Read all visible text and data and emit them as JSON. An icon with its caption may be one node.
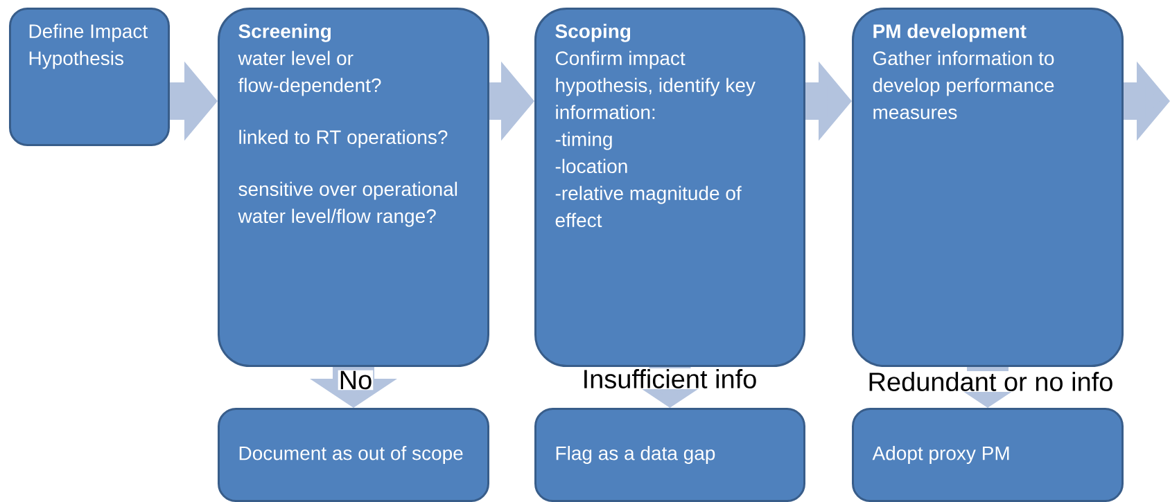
{
  "diagram": {
    "nodes": [
      {
        "text": [
          "Define Impact Hypothesis"
        ]
      },
      {
        "text": [
          "Screening",
          "water level or flow-dependent?",
          "linked to RT operations?",
          "sensitive over operational water level/flow range?"
        ]
      },
      {
        "text": [
          "Scoping",
          "Confirm impact hypothesis, identify key information:",
          "-timing",
          "-location",
          "-relative magnitude of effect"
        ]
      },
      {
        "text": [
          "PM development",
          "Gather information to develop performance measures"
        ]
      },
      {
        "text": [
          "Document as out of scope"
        ]
      },
      {
        "text": [
          "Flag as a data gap"
        ]
      },
      {
        "text": [
          "Adopt proxy PM"
        ]
      }
    ],
    "edges": [
      {
        "from": 0,
        "to": 1,
        "arrow": "to"
      },
      {
        "from": 1,
        "to": 2,
        "arrow": "to"
      },
      {
        "from": 2,
        "to": 3,
        "arrow": "to"
      },
      {
        "from": 3,
        "to": null,
        "arrow": "to"
      },
      {
        "from": 1,
        "to": 4,
        "arrow": "to",
        "label": "No"
      },
      {
        "from": 2,
        "to": 5,
        "arrow": "to",
        "label": "Insufficient info"
      },
      {
        "from": 3,
        "to": 6,
        "arrow": "to",
        "label": "Redundant or no info"
      }
    ]
  }
}
